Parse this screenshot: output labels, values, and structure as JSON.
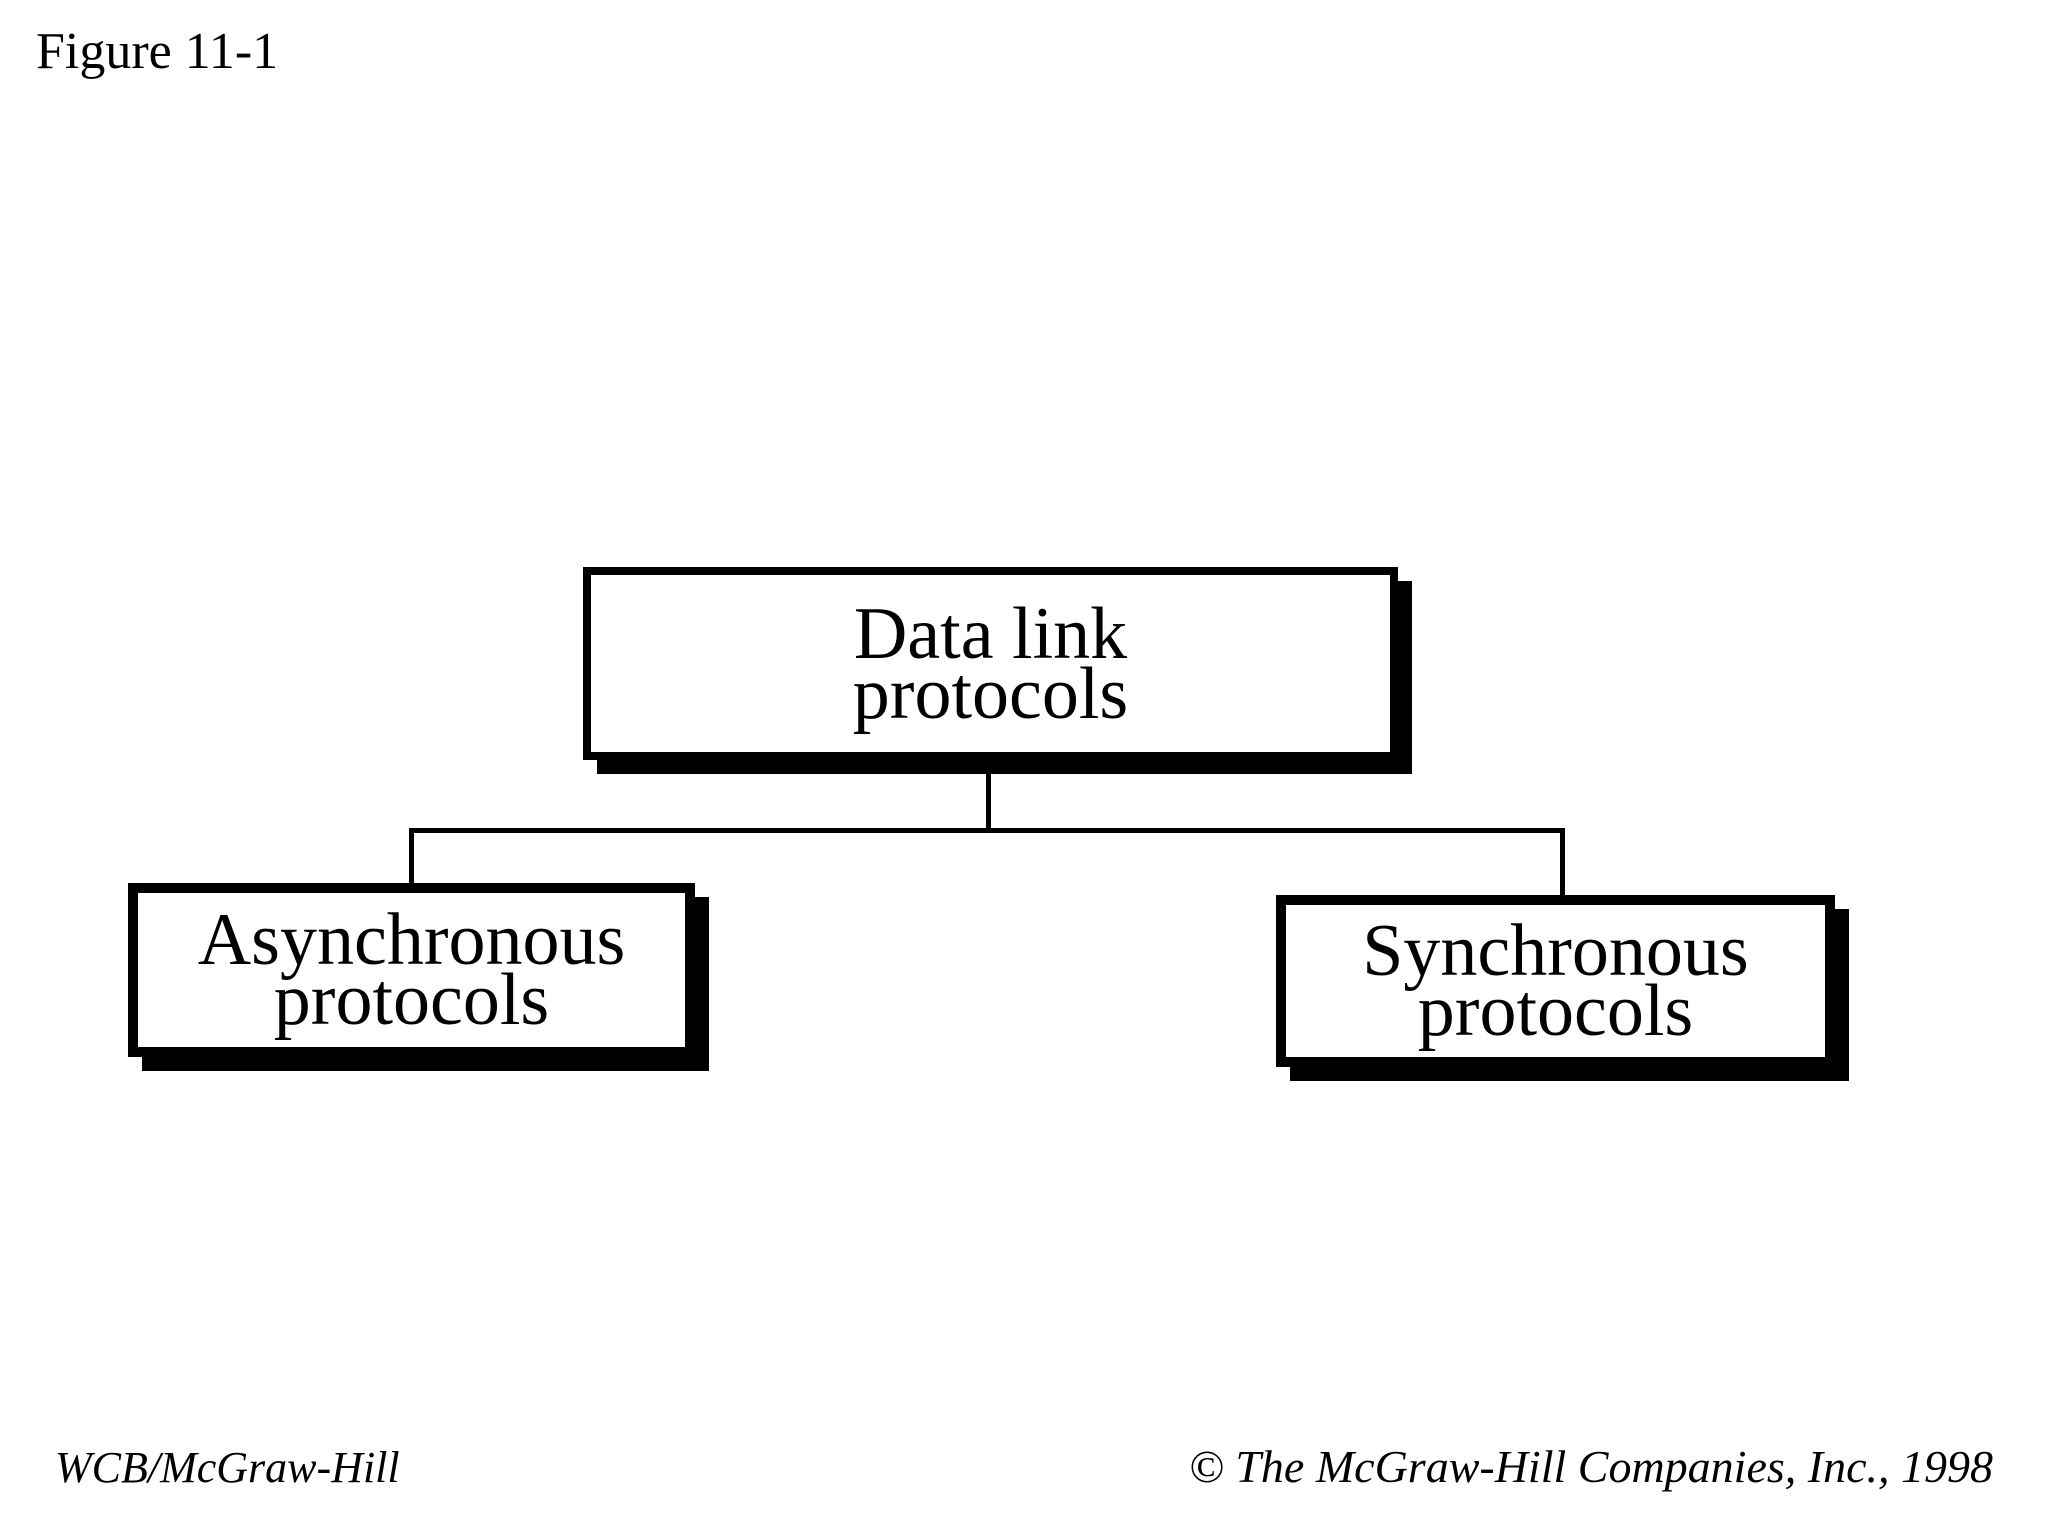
{
  "figure_label": "Figure 11-1",
  "diagram": {
    "root": {
      "label": "Data link protocols",
      "line1": "Data link",
      "line2": "protocols"
    },
    "children": [
      {
        "label": "Asynchronous protocols",
        "line1": "Asynchronous",
        "line2": "protocols"
      },
      {
        "label": "Synchronous protocols",
        "line1": "Synchronous",
        "line2": "protocols"
      }
    ]
  },
  "footer": {
    "left": "WCB/McGraw-Hill",
    "right": "© The McGraw-Hill Companies, Inc., 1998"
  },
  "colors": {
    "ink": "#000000",
    "background": "#ffffff"
  }
}
